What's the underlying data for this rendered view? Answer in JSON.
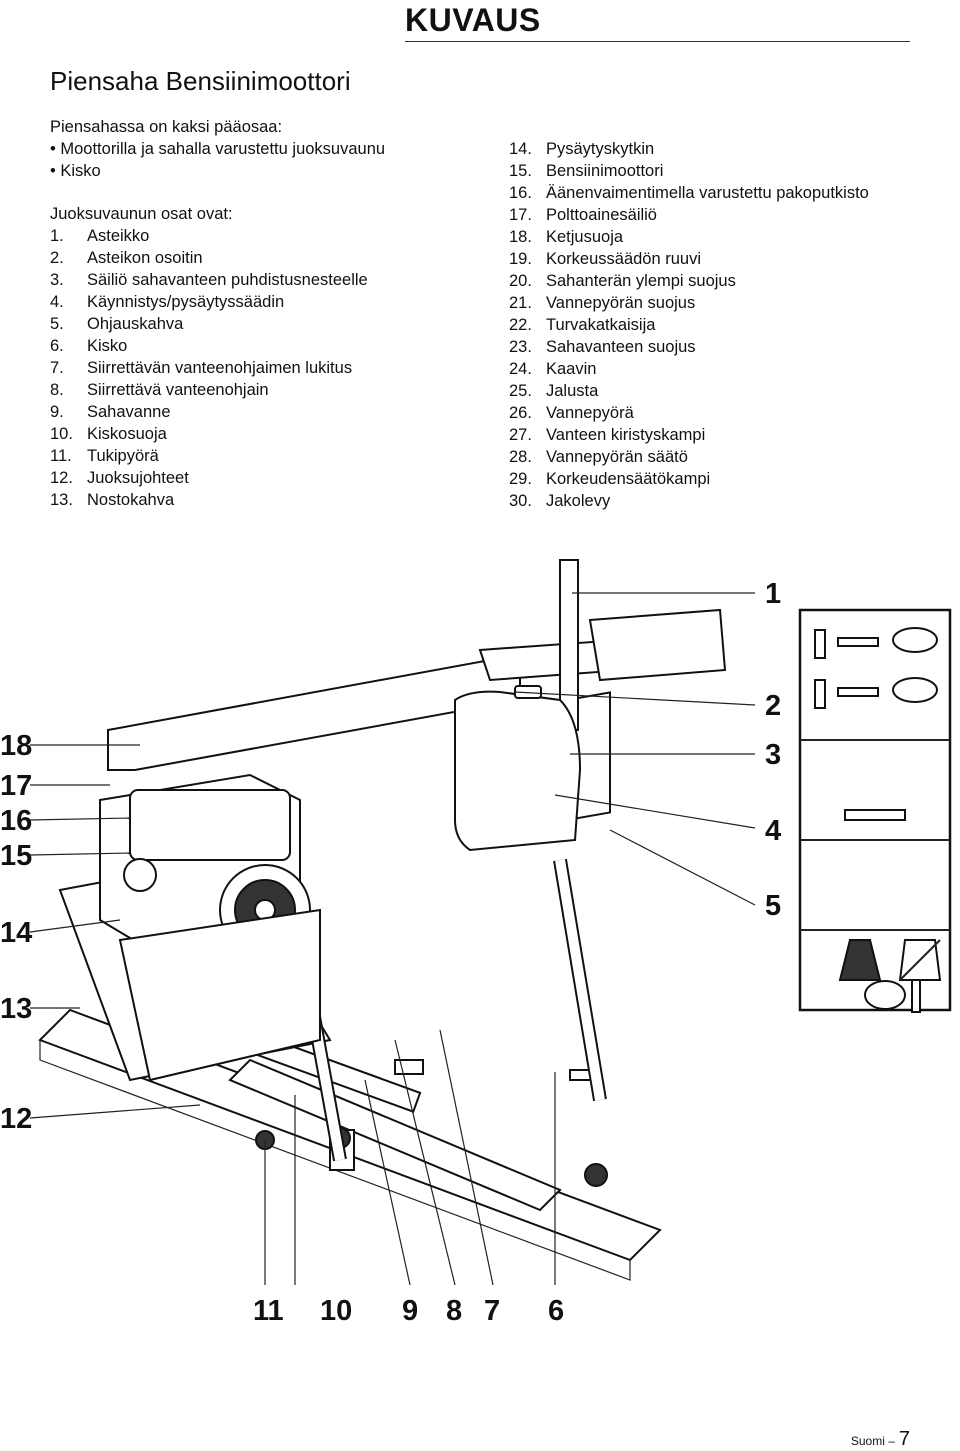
{
  "header": {
    "section": "KUVAUS"
  },
  "title": "Piensaha Bensiinimoottori",
  "intro": {
    "lead": "Piensahassa on kaksi pääosaa:",
    "bullets": [
      "Moottorilla ja sahalla varustettu juoksuvaunu",
      "Kisko"
    ]
  },
  "parts_intro": "Juoksuvaunun osat ovat:",
  "parts": [
    {
      "num": "1.",
      "label": "Asteikko"
    },
    {
      "num": "2.",
      "label": "Asteikon osoitin"
    },
    {
      "num": "3.",
      "label": "Säiliö sahavanteen puhdistusnesteelle"
    },
    {
      "num": "4.",
      "label": "Käynnistys/pysäytyssäädin"
    },
    {
      "num": "5.",
      "label": "Ohjauskahva"
    },
    {
      "num": "6.",
      "label": "Kisko"
    },
    {
      "num": "7.",
      "label": "Siirrettävän vanteenohjaimen lukitus"
    },
    {
      "num": "8.",
      "label": "Siirrettävä vanteenohjain"
    },
    {
      "num": "9.",
      "label": "Sahavanne"
    },
    {
      "num": "10.",
      "label": "Kiskosuoja"
    },
    {
      "num": "11.",
      "label": "Tukipyörä"
    },
    {
      "num": "12.",
      "label": "Juoksujohteet"
    },
    {
      "num": "13.",
      "label": "Nostokahva"
    },
    {
      "num": "14.",
      "label": "Pysäytyskytkin"
    },
    {
      "num": "15.",
      "label": "Bensiinimoottori"
    },
    {
      "num": "16.",
      "label": "Äänenvaimentimella varustettu pakoputkisto"
    },
    {
      "num": "17.",
      "label": "Polttoainesäiliö"
    },
    {
      "num": "18.",
      "label": "Ketjusuoja"
    },
    {
      "num": "19.",
      "label": "Korkeussäädön ruuvi"
    },
    {
      "num": "20.",
      "label": "Sahanterän ylempi suojus"
    },
    {
      "num": "21.",
      "label": "Vannepyörän suojus"
    },
    {
      "num": "22.",
      "label": "Turvakatkaisija"
    },
    {
      "num": "23.",
      "label": "Sahavanteen suojus"
    },
    {
      "num": "24.",
      "label": "Kaavin"
    },
    {
      "num": "25.",
      "label": "Jalusta"
    },
    {
      "num": "26.",
      "label": "Vannepyörä"
    },
    {
      "num": "27.",
      "label": "Vanteen kiristyskampi"
    },
    {
      "num": "28.",
      "label": "Vannepyörän säätö"
    },
    {
      "num": "29.",
      "label": "Korkeudensäätökampi"
    },
    {
      "num": "30.",
      "label": "Jakolevy"
    }
  ],
  "diagram": {
    "callouts": [
      "1",
      "2",
      "3",
      "4",
      "5",
      "6",
      "7",
      "8",
      "9",
      "10",
      "11",
      "12",
      "13",
      "14",
      "15",
      "16",
      "17",
      "18"
    ]
  },
  "footer": {
    "language": "Suomi –",
    "page": "7"
  }
}
